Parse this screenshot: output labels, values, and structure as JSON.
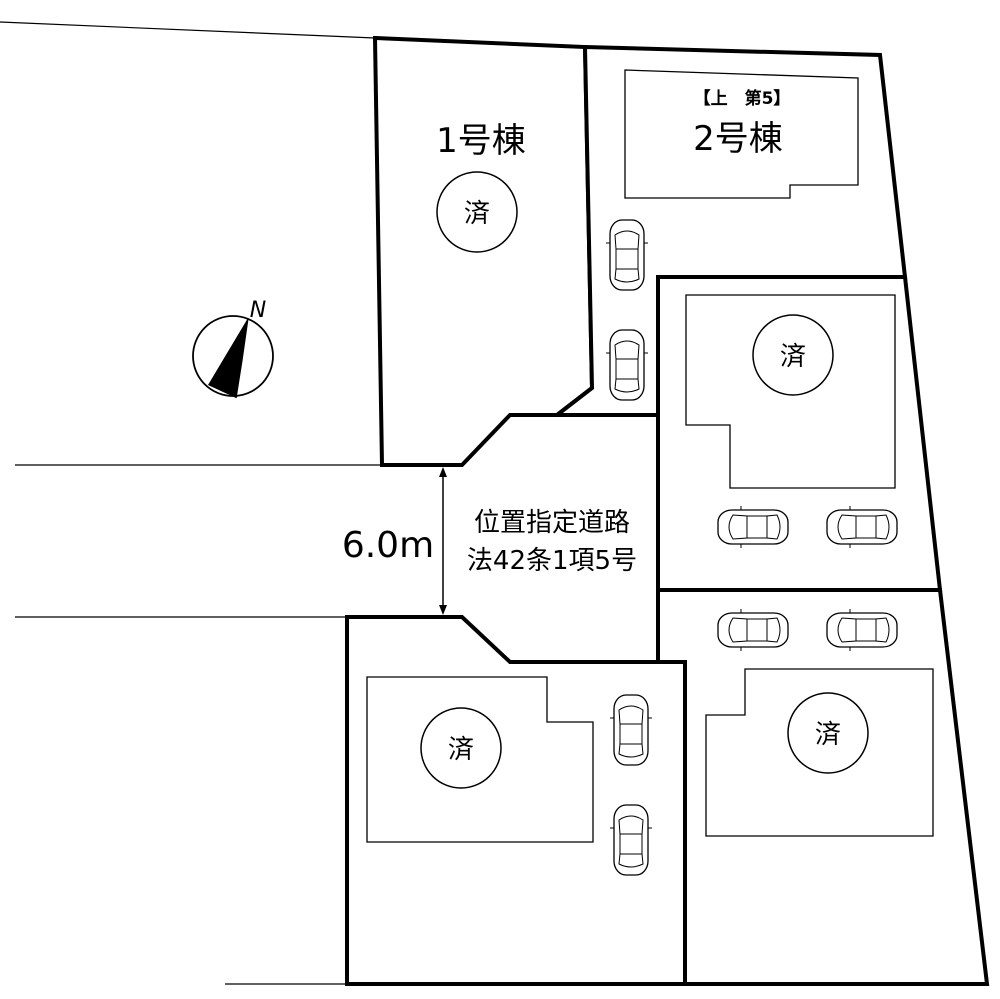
{
  "lots": [
    {
      "id": "lot-1",
      "name": "1号棟",
      "status": "済"
    },
    {
      "id": "lot-2",
      "tag": "【上　第5】",
      "name": "2号棟"
    },
    {
      "id": "lot-3",
      "status": "済"
    },
    {
      "id": "lot-4",
      "status": "済"
    },
    {
      "id": "lot-5",
      "status": "済"
    }
  ],
  "road": {
    "width_label": "6.0m",
    "name_line1": "位置指定道路",
    "name_line2": "法42条1項5号"
  },
  "compass": {
    "north_label": "N"
  },
  "icons": [
    "compass-icon",
    "car-icon"
  ]
}
